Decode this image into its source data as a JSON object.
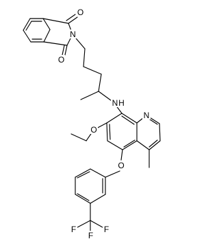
{
  "atoms": {
    "o1": "O",
    "o2": "O",
    "n_imide": "N",
    "n_amine": "N",
    "h_amine": "H",
    "n_quinoline": "N",
    "o_methoxy": "O",
    "o_ether": "O",
    "f1": "F",
    "f2": "F",
    "f3": "F"
  },
  "colors": {
    "bond": "#000000",
    "label": "#000000",
    "background": "#ffffff"
  }
}
